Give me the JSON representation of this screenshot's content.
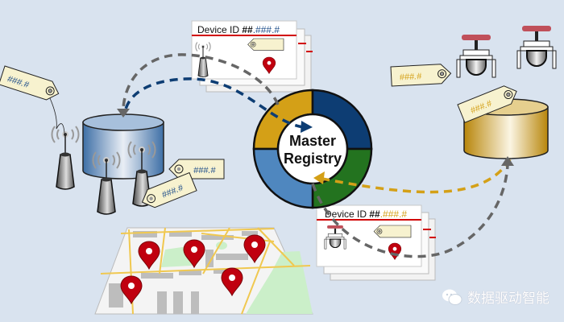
{
  "registry": {
    "line1": "Master",
    "line2": "Registry"
  },
  "colors": {
    "background": "#d9e3ef",
    "ring_gold": "#d4a017",
    "ring_navy": "#0d3d73",
    "ring_green": "#23731f",
    "ring_blue": "#4f87bf",
    "arrow_gray": "#666666",
    "arrow_navy": "#0d3d73",
    "arrow_gold": "#d4a017",
    "pin_red": "#c0000f",
    "tag_fill": "#f7f2cf"
  },
  "card_top": {
    "prefix": "Device ID ",
    "bold": "##",
    "suffix": ".###.#",
    "suffix_color": "#1f4e8a"
  },
  "card_bottom": {
    "prefix": "Device ID ",
    "bold": "##",
    "suffix": ".###.#",
    "suffix_color": "#d4a017"
  },
  "tags": {
    "sensor_tag_left": "###.#",
    "sensor_tag_a": "###.#",
    "sensor_tag_b": "###.#",
    "valve_tag_left": "###.#",
    "valve_tag_right": "###.#"
  },
  "watermark": {
    "text": "数据驱动智能",
    "icon": "wechat-icon"
  }
}
